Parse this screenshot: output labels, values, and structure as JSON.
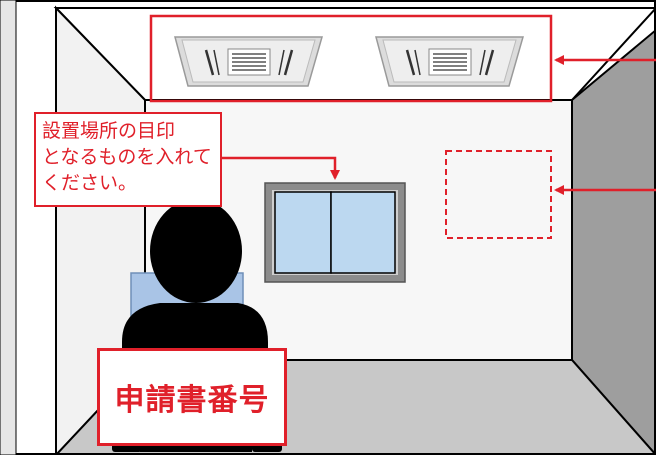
{
  "colors": {
    "accent_red": "#e0202a",
    "wall": "#f2f2f2",
    "floor": "#c8c8c8",
    "side_wall": "#999999",
    "window_glass": "#bcd8f0",
    "person": "#000000"
  },
  "icons": [
    "air-conditioner-icon",
    "person-silhouette-icon",
    "window-icon",
    "arrow-icon"
  ],
  "marker_note": {
    "line1": "設置場所の目印",
    "line2": "となるものを入れて",
    "line3": "ください。"
  },
  "application_label": "申請書番号"
}
